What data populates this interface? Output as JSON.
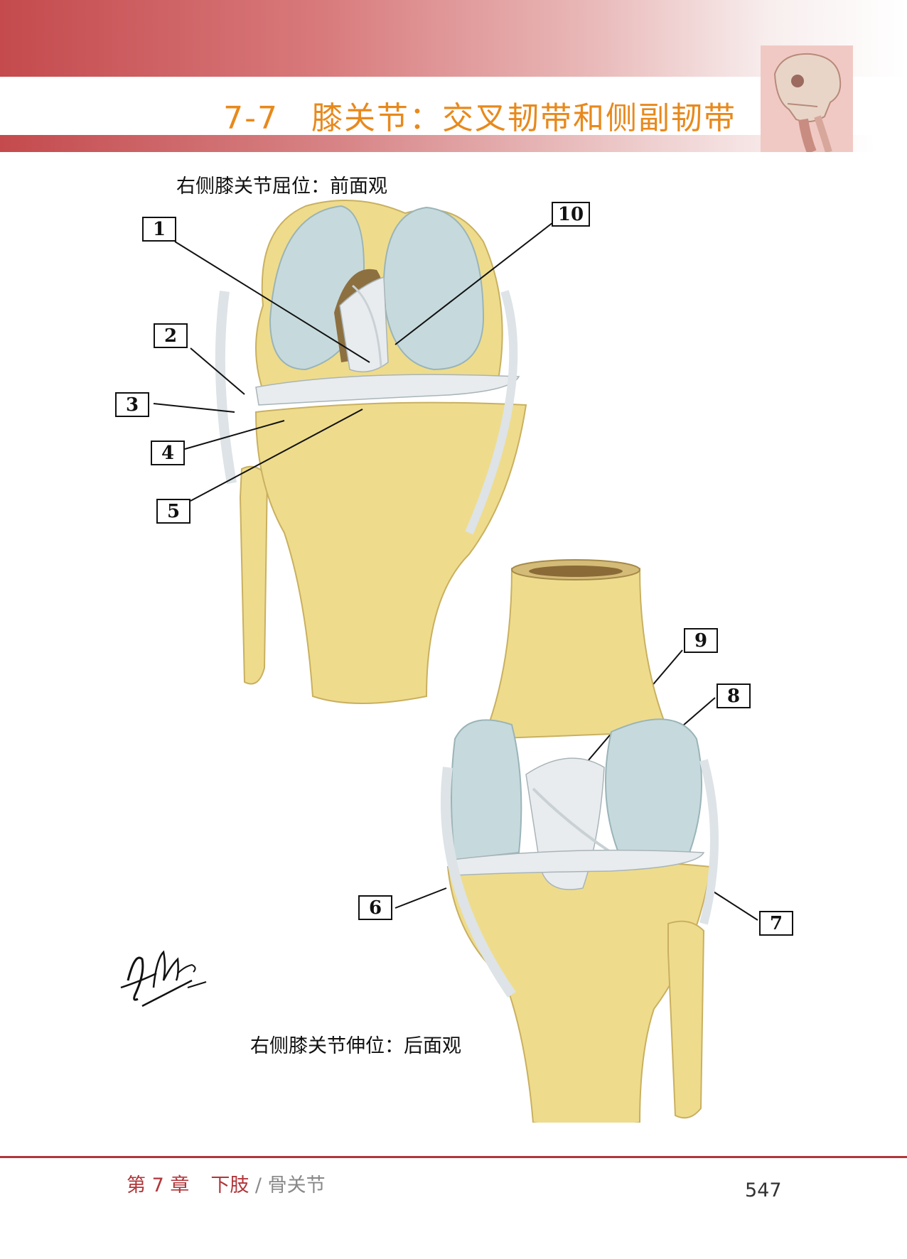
{
  "header": {
    "title": "7-7　膝关节：交叉韧带和侧副韧带"
  },
  "figures": {
    "top_caption": "右侧膝关节屈位：前面观",
    "bottom_caption": "右侧膝关节伸位：后面观"
  },
  "labels": {
    "l1": "1",
    "l2": "2",
    "l3": "3",
    "l4": "4",
    "l5": "5",
    "l6": "6",
    "l7": "7",
    "l8": "8",
    "l9": "9",
    "l10": "10"
  },
  "footer": {
    "chapter": "第 7 章",
    "section": "下肢",
    "separator": " / ",
    "subsection": "骨关节",
    "page_number": "547"
  },
  "colors": {
    "header_red": "#c44a4d",
    "title_orange": "#e8891c",
    "chapter_red": "#b0363a",
    "bone": "#eedc8c",
    "cartilage": "#c6dadd",
    "ligament": "#e8ecef"
  }
}
